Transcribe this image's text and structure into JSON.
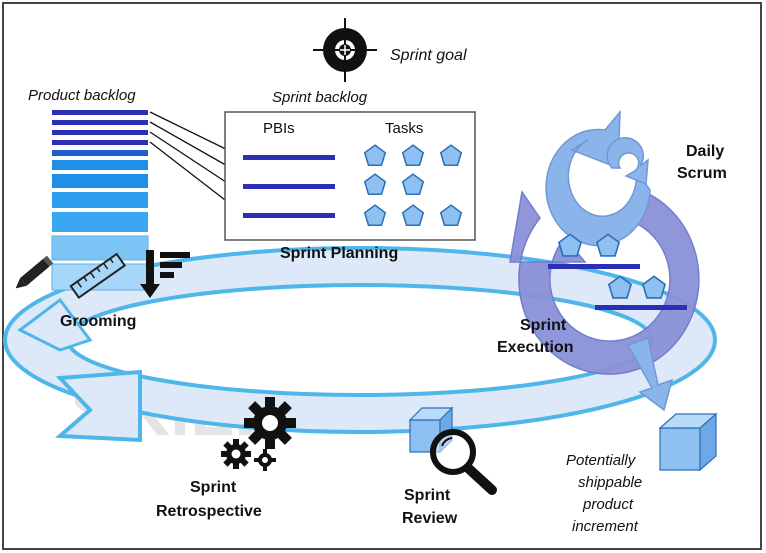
{
  "labels": {
    "sprint_goal": "Sprint goal",
    "product_backlog": "Product backlog",
    "sprint_backlog": "Sprint backlog",
    "pbis": "PBIs",
    "tasks": "Tasks",
    "sprint_planning": "Sprint Planning",
    "daily_scrum_line1": "Daily",
    "daily_scrum_line2": "Scrum",
    "grooming": "Grooming",
    "sprint_execution_line1": "Sprint",
    "sprint_execution_line2": "Execution",
    "sprint_retrospective_line1": "Sprint",
    "sprint_retrospective_line2": "Retrospective",
    "sprint_review_line1": "Sprint",
    "sprint_review_line2": "Review",
    "increment_line1": "Potentially",
    "increment_line2": "shippable",
    "increment_line3": "product",
    "increment_line4": "increment",
    "watermark": "SKILL"
  },
  "icons": {
    "target": "target-icon",
    "pencil": "pencil-icon",
    "ruler": "ruler-icon",
    "sort": "sort-descending-icon",
    "gears": "gears-icon",
    "magnifier": "magnifying-glass-icon",
    "cube": "cube-icon"
  },
  "colors": {
    "backlog_dark": "#2b2fb8",
    "backlog_mid": "#1e90e8",
    "backlog_light": "#7cc4f6",
    "loop_fill": "#dde9f8",
    "loop_stroke": "#4fb6ea",
    "daily_arrow": "#8ab4ea",
    "execution_arrow": "#8a91d8",
    "task_fill": "#8ec0f2",
    "task_stroke": "#2e6fb8"
  }
}
